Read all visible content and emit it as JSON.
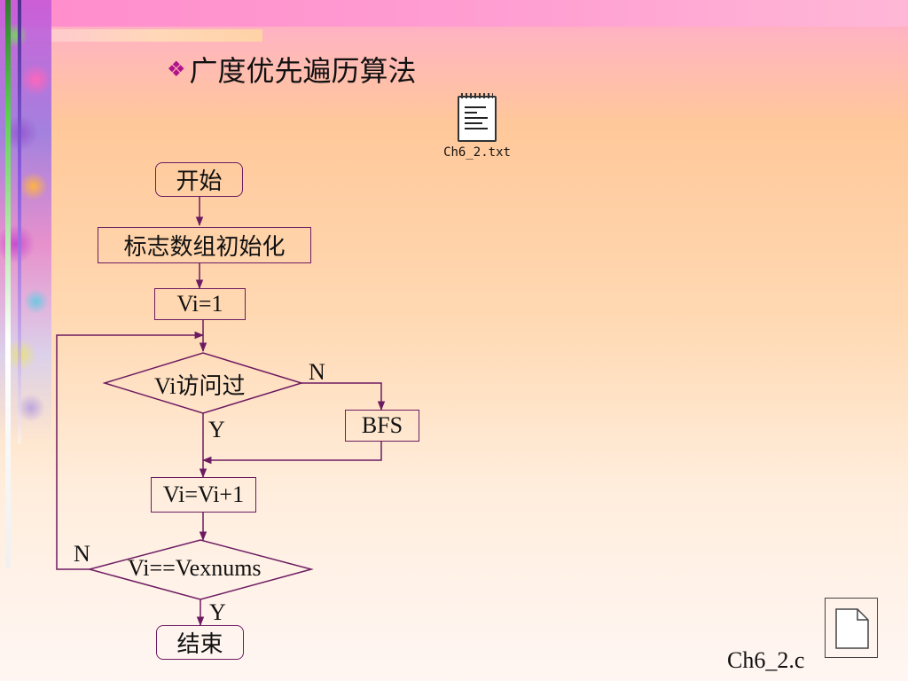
{
  "slide": {
    "title": "广度优先遍历算法",
    "bullet_icon": "diamond-bullet-icon",
    "accent_color": "#b0148c",
    "line_color": "#6d1b61"
  },
  "attachment": {
    "icon": "notepad-text-file-icon",
    "caption": "Ch6_2.txt"
  },
  "flowchart": {
    "nodes": {
      "start": "开始",
      "init_flags": "标志数组初始化",
      "set_vi": "Vi=1",
      "visited_check": "Vi访问过",
      "bfs": "BFS",
      "increment": "Vi=Vi+1",
      "end_check": "Vi==Vexnums",
      "end": "结束"
    },
    "edge_labels": {
      "visited_no": "N",
      "visited_yes": "Y",
      "end_no": "N",
      "end_yes": "Y"
    }
  },
  "footer": {
    "link_text": "Ch6_2.c",
    "link_icon": "document-icon"
  }
}
